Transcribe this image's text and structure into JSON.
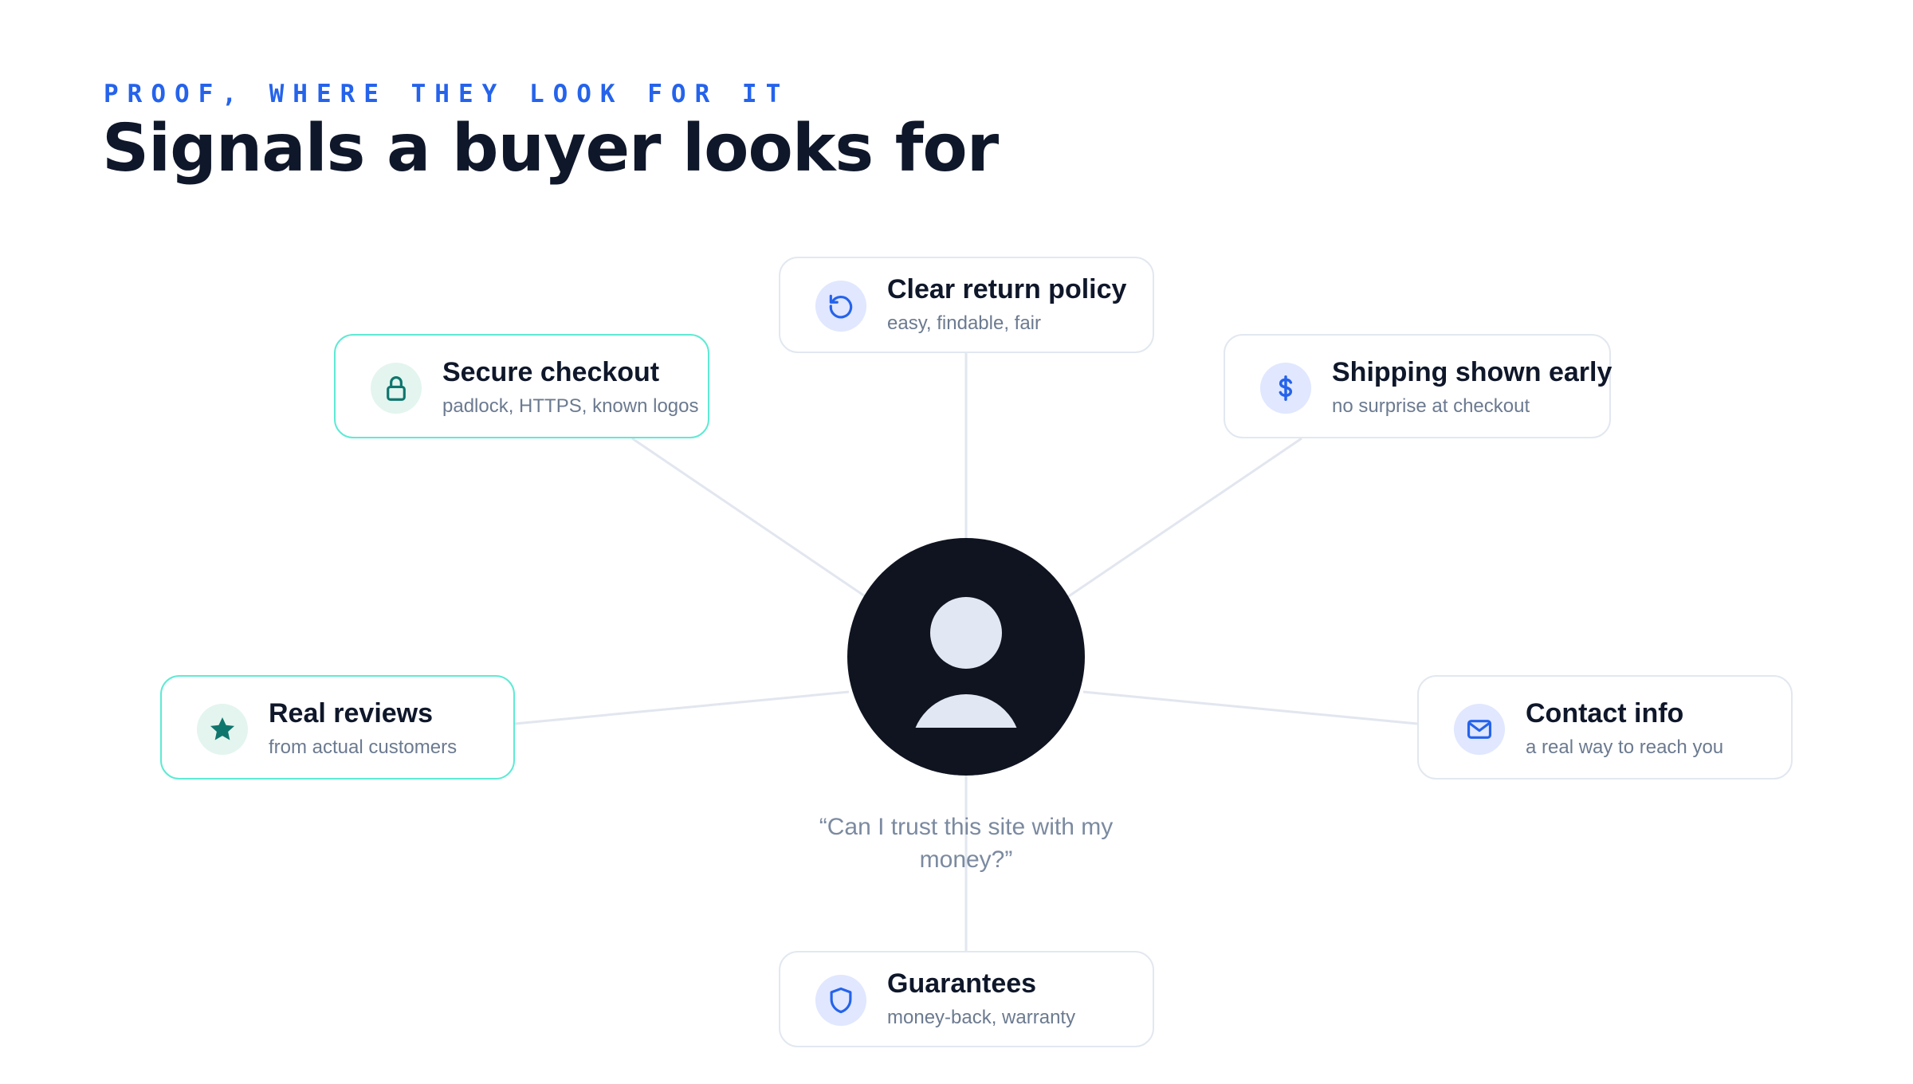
{
  "header": {
    "eyebrow": "PROOF, WHERE THEY LOOK FOR IT",
    "title": "Signals a buyer looks for"
  },
  "center": {
    "icon": "user-icon",
    "quote": "“Can I trust this site with my money?”"
  },
  "signals": [
    {
      "id": "secure-checkout",
      "title": "Secure checkout",
      "subtitle": "padlock, HTTPS, known logos",
      "icon": "lock-icon",
      "accent": "teal"
    },
    {
      "id": "return-policy",
      "title": "Clear return policy",
      "subtitle": "easy, findable, fair",
      "icon": "refresh-icon",
      "accent": "blue"
    },
    {
      "id": "shipping",
      "title": "Shipping shown early",
      "subtitle": "no surprise at checkout",
      "icon": "dollar-icon",
      "accent": "blue"
    },
    {
      "id": "reviews",
      "title": "Real reviews",
      "subtitle": "from actual customers",
      "icon": "star-icon",
      "accent": "teal"
    },
    {
      "id": "contact",
      "title": "Contact info",
      "subtitle": "a real way to reach you",
      "icon": "mail-icon",
      "accent": "blue"
    },
    {
      "id": "guarantees",
      "title": "Guarantees",
      "subtitle": "money-back, warranty",
      "icon": "shield-icon",
      "accent": "blue"
    }
  ],
  "colors": {
    "accent_blue": "#2563eb",
    "accent_teal": "#0f766e",
    "teal_border": "#5eead4",
    "title": "#0f172a",
    "avatar": "#0f1420"
  }
}
